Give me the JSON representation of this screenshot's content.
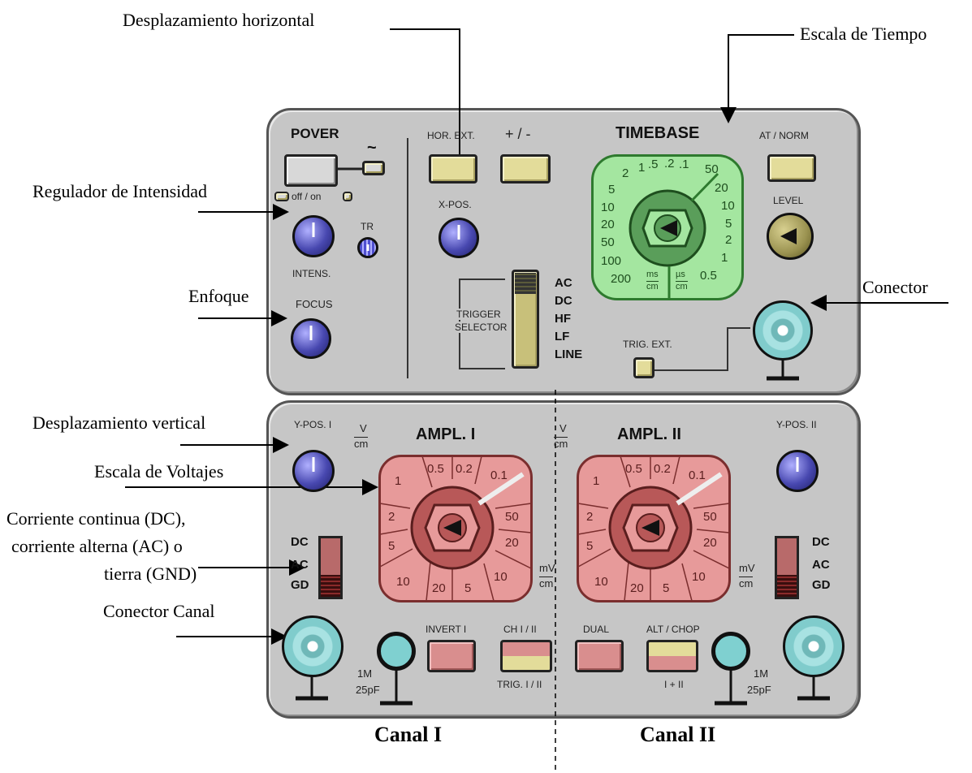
{
  "annotations": {
    "horizontal": "Desplazamiento horizontal",
    "timescale": "Escala de Tiempo",
    "intensity": "Regulador de Intensidad",
    "focus": "Enfoque",
    "connector": "Conector",
    "vertical": "Desplazamiento vertical",
    "voltage": "Escala de Voltajes",
    "coupling_1": "Corriente continua (DC),",
    "coupling_2": "corriente alterna (AC) o",
    "coupling_3": "tierra (GND)",
    "channel_connector": "Conector Canal"
  },
  "captions": {
    "canal_1": "Canal I",
    "canal_2": "Canal II"
  },
  "top_panel": {
    "power": "POVER",
    "tilde": "~",
    "off_on": "off / on",
    "intens": "INTENS.",
    "tr": "TR",
    "focus": "FOCUS",
    "hor_ext": "HOR. EXT.",
    "plus_minus": "+ / -",
    "x_pos": "X-POS.",
    "trigger_selector_1": "TRIGGER",
    "trigger_selector_2": "SELECTOR",
    "trigger_modes": [
      "AC",
      "DC",
      "HF",
      "LF",
      "LINE"
    ],
    "timebase": "TIMEBASE",
    "at_norm": "AT / NORM",
    "level": "LEVEL",
    "trig_ext": "TRIG. EXT.",
    "time_left": [
      "2",
      "5",
      "10",
      "20",
      "50",
      "100",
      "200"
    ],
    "time_top": [
      "1",
      ".5",
      ".2",
      ".1"
    ],
    "time_right": [
      "50",
      "20",
      "10",
      "5",
      "2",
      "1",
      "0.5"
    ],
    "ms_top": "ms",
    "ms_bottom": "cm",
    "us_top": "µs",
    "us_bottom": "cm"
  },
  "bottom_panel": {
    "y_pos_1": "Y-POS. I",
    "y_pos_2": "Y-POS. II",
    "ampl_1": "AMPL. I",
    "ampl_2": "AMPL. II",
    "v_top": "V",
    "v_bottom": "cm",
    "mv_top": "mV",
    "mv_bottom": "cm",
    "volt_labels": [
      "1",
      "0.5",
      "0.2",
      "0.1",
      "2",
      "50",
      "5",
      "20",
      "10",
      "20",
      "5",
      "10"
    ],
    "coupling": [
      "DC",
      "AC",
      "GD"
    ],
    "invert": "INVERT I",
    "ch_1_2": "CH I / II",
    "trig_1_2": "TRIG. I / II",
    "dual": "DUAL",
    "alt_chop": "ALT / CHOP",
    "i_plus_ii": "I + II",
    "impedance_1": "1M",
    "impedance_2": "25pF"
  }
}
